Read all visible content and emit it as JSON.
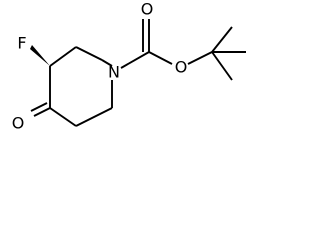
{
  "molecule": {
    "atoms": {
      "fluorine": "F",
      "ring_nitrogen": "N",
      "ketone_oxygen": "O",
      "carbonyl_oxygen": "O",
      "ester_oxygen": "O"
    },
    "stereo": {
      "F_bond": "wedge"
    }
  }
}
